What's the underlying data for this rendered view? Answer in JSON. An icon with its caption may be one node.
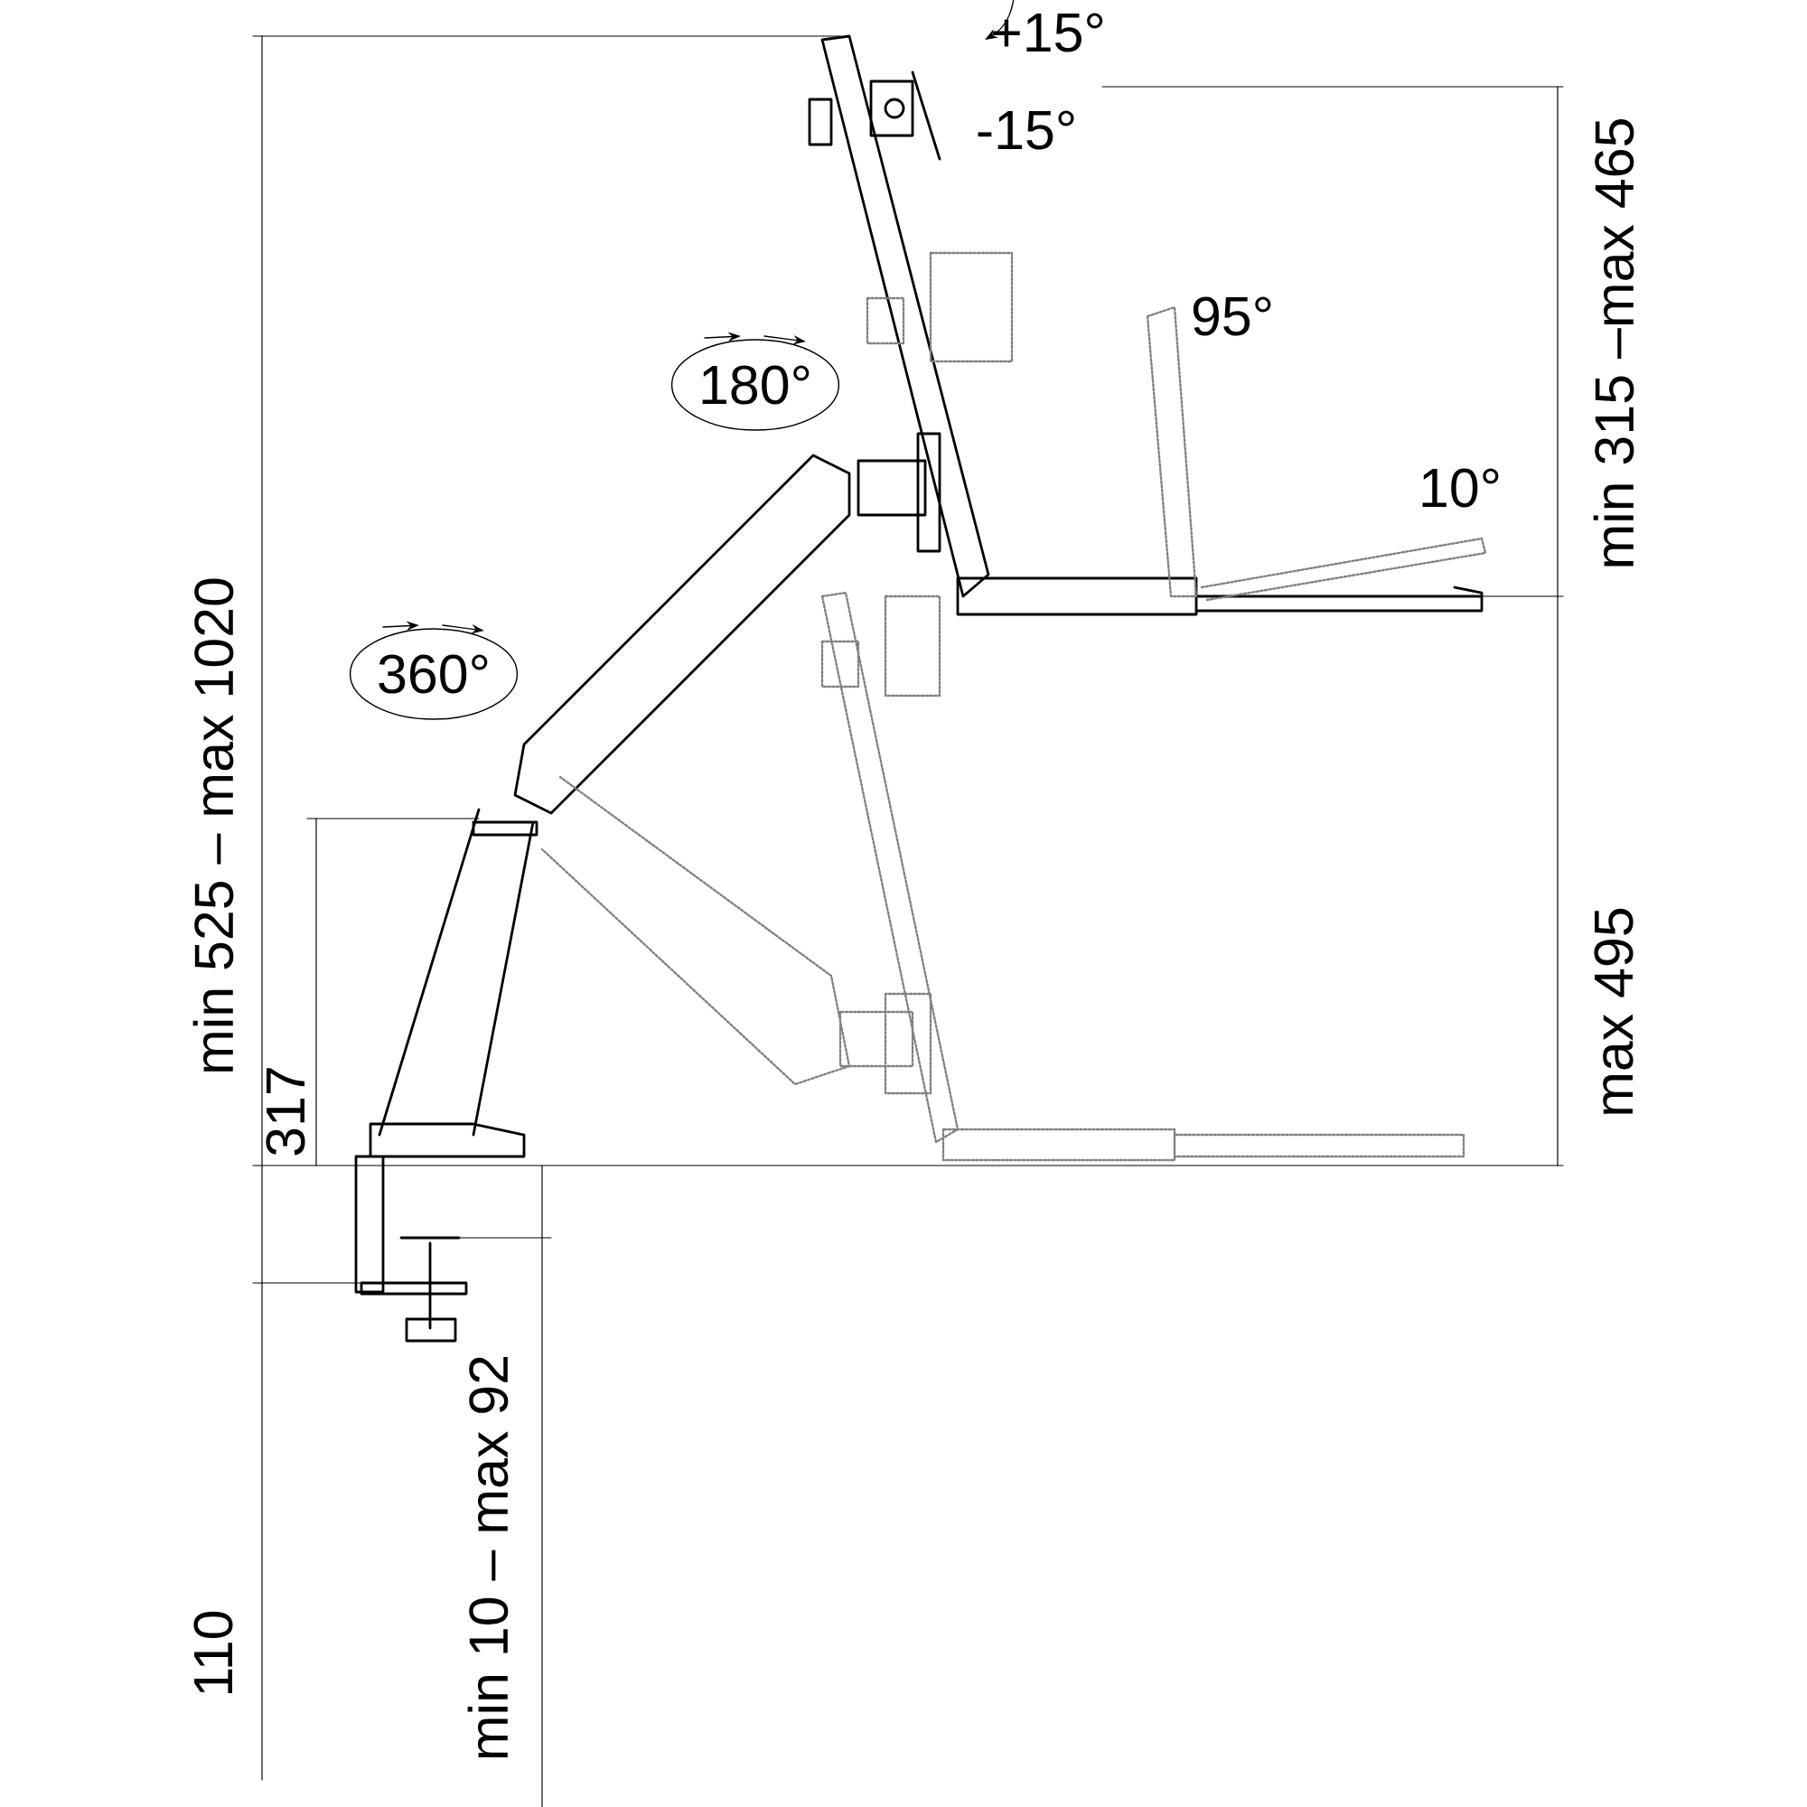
{
  "diagram": {
    "nodes": [
      {
        "text": [
          "180°"
        ]
      },
      {
        "text": [
          "360°"
        ]
      }
    ],
    "labels": [
      "+15°",
      "-15°",
      "min 315 –max 465",
      "95°",
      "10°",
      "min 525 – max 1020",
      "317",
      "max 495",
      "110",
      "min 10 – max 92"
    ]
  }
}
